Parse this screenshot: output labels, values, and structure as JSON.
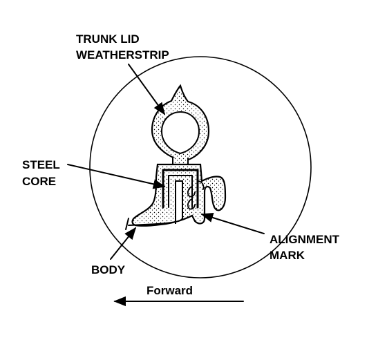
{
  "labels": {
    "weatherstrip": [
      "TRUNK LID",
      "WEATHERSTRIP"
    ],
    "steel_core": [
      "STEEL",
      "CORE"
    ],
    "alignment_mark": [
      "ALIGNMENT",
      "MARK"
    ],
    "body": "BODY",
    "forward": "Forward"
  },
  "colors": {
    "ink": "#000000",
    "paper": "#ffffff",
    "rubber_fill": "#ffffff"
  }
}
